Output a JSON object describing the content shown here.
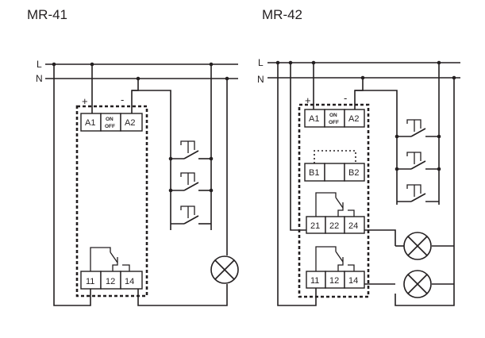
{
  "diagrams": {
    "mr41": {
      "title": "MR-41",
      "bus_l": "L",
      "bus_n": "N",
      "plus": "+",
      "minus": "-",
      "a1": "A1",
      "a2": "A2",
      "on": "ON",
      "off": "OFF",
      "t11": "11",
      "t12": "12",
      "t14": "14"
    },
    "mr42": {
      "title": "MR-42",
      "bus_l": "L",
      "bus_n": "N",
      "plus": "+",
      "minus": "-",
      "a1": "A1",
      "a2": "A2",
      "on": "ON",
      "off": "OFF",
      "b1": "B1",
      "b2": "B2",
      "t21": "21",
      "t22": "22",
      "t24": "24",
      "t11": "11",
      "t12": "12",
      "t14": "14"
    }
  },
  "icons": [
    "lamp-icon",
    "pushbutton-icon",
    "relay-contact-icon"
  ]
}
